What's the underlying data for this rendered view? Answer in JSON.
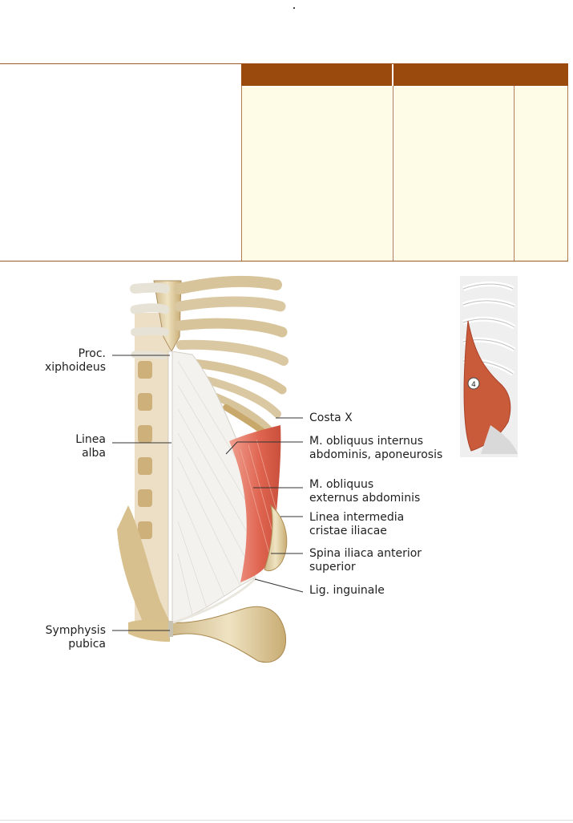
{
  "figure": {
    "labels_left": {
      "proc_xiphoideus": [
        "Proc.",
        "xiphoideus"
      ],
      "linea_alba": [
        "Linea",
        "alba"
      ],
      "symphysis_pubica": [
        "Symphysis",
        "pubica"
      ]
    },
    "labels_right": {
      "costa_x": [
        "Costa X"
      ],
      "obliquus_internus": [
        "M. obliquus internus",
        "abdominis, aponeurosis"
      ],
      "obliquus_externus": [
        "M. obliquus",
        "externus abdominis"
      ],
      "linea_intermedia": [
        "Linea intermedia",
        "cristae iliacae"
      ],
      "spina_iliaca": [
        "Spina iliaca anterior",
        "superior"
      ],
      "lig_inguinale": [
        "Lig. inguinale"
      ]
    },
    "inset_badge": "4"
  },
  "colors": {
    "header_brown": "#9b4a0d",
    "cell_cream": "#fefbe6",
    "muscle_red": "#e06d57",
    "bone": "#e4d3a9"
  }
}
